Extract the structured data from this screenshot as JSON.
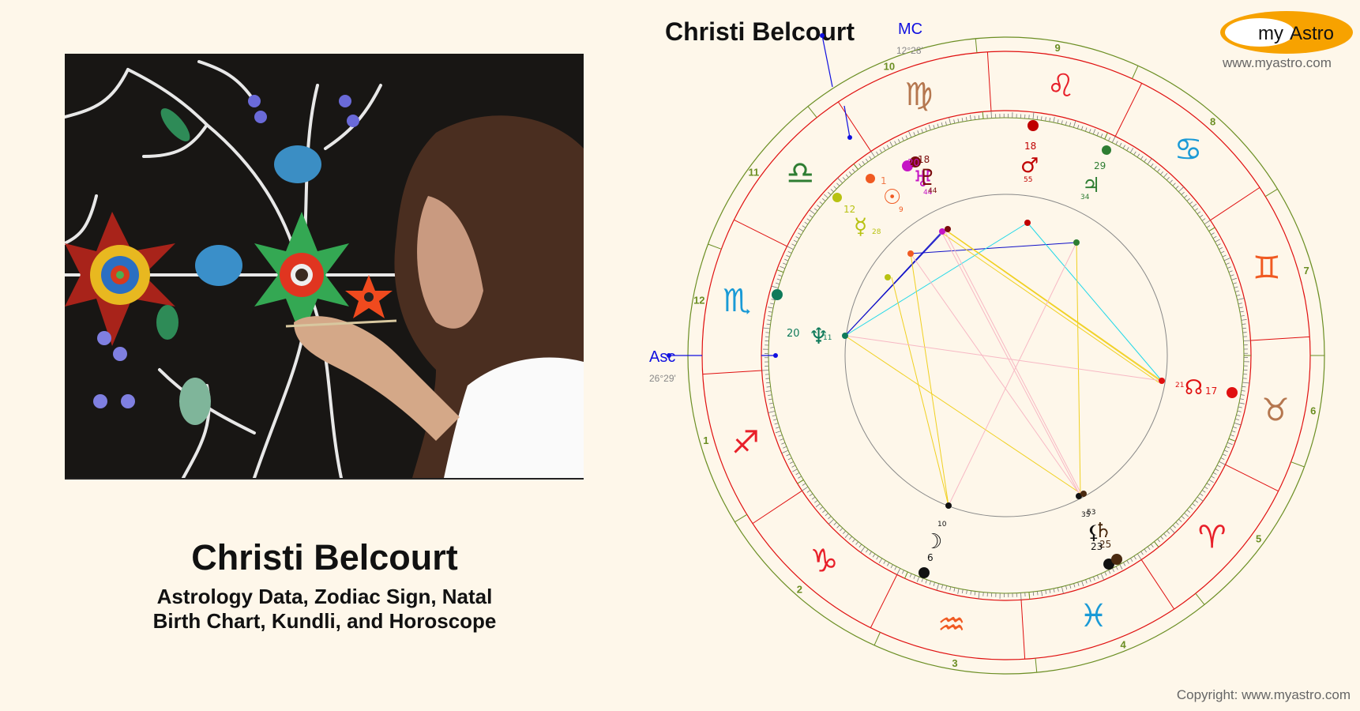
{
  "left_panel": {
    "photo_alt": "Christi Belcourt painting a floral mural",
    "name": "Christi Belcourt",
    "subtitle_line1": "Astrology Data, Zodiac Sign, Natal",
    "subtitle_line2": "Birth Chart, Kundli, and Horoscope"
  },
  "chart": {
    "title": "Christi Belcourt",
    "mc_label": "MC",
    "mc_degree": "12°28'",
    "asc_label": "Asc",
    "asc_degree": "26°29'",
    "house_numbers": [
      "1",
      "2",
      "3",
      "4",
      "5",
      "6",
      "7",
      "8",
      "9",
      "10",
      "11",
      "12"
    ],
    "signs": [
      {
        "name": "Aries",
        "glyph": "♈",
        "color": "#e8202a"
      },
      {
        "name": "Taurus",
        "glyph": "♉",
        "color": "#b5774f"
      },
      {
        "name": "Gemini",
        "glyph": "♊",
        "color": "#f05a22"
      },
      {
        "name": "Cancer",
        "glyph": "♋",
        "color": "#1a9ad6"
      },
      {
        "name": "Leo",
        "glyph": "♌",
        "color": "#e8202a"
      },
      {
        "name": "Virgo",
        "glyph": "♍",
        "color": "#b5774f"
      },
      {
        "name": "Libra",
        "glyph": "♎",
        "color": "#2e7d32"
      },
      {
        "name": "Scorpio",
        "glyph": "♏",
        "color": "#1a9ad6"
      },
      {
        "name": "Sagittarius",
        "glyph": "♐",
        "color": "#e8202a"
      },
      {
        "name": "Capricorn",
        "glyph": "♑",
        "color": "#e8202a"
      },
      {
        "name": "Aquarius",
        "glyph": "♒",
        "color": "#f05a22"
      },
      {
        "name": "Pisces",
        "glyph": "♓",
        "color": "#1a9ad6"
      }
    ],
    "planets": [
      {
        "name": "Sun",
        "glyph": "☉",
        "deg": "1",
        "min": "9",
        "color": "#f05a22"
      },
      {
        "name": "Mercury",
        "glyph": "☿",
        "deg": "12",
        "min": "28",
        "color": "#b8c212"
      },
      {
        "name": "Uranus",
        "glyph": "♅",
        "deg": "20",
        "min": "44",
        "color": "#c515c5"
      },
      {
        "name": "Pluto",
        "glyph": "♇",
        "deg": "18",
        "min": "44",
        "color": "#7a0d0d"
      },
      {
        "name": "Mars",
        "glyph": "♂",
        "deg": "18",
        "min": "55",
        "color": "#c00000"
      },
      {
        "name": "Jupiter",
        "glyph": "♃",
        "deg": "29",
        "min": "34",
        "color": "#2e7d32"
      },
      {
        "name": "Neptune",
        "glyph": "♆",
        "deg": "20",
        "min": "11",
        "color": "#0e7a5a"
      },
      {
        "name": "North Node",
        "glyph": "☊",
        "deg": "17",
        "min": "21",
        "color": "#e8202a"
      },
      {
        "name": "Moon",
        "glyph": "☽",
        "deg": "6",
        "min": "10",
        "color": "#111111"
      },
      {
        "name": "Saturn",
        "glyph": "♄",
        "deg": "25",
        "min": "53",
        "color": "#4a2a10"
      },
      {
        "name": "Lilith",
        "glyph": "⚸",
        "deg": "23",
        "min": "35",
        "color": "#111111"
      }
    ]
  },
  "logo": {
    "text_my": "my",
    "text_astro": "Astro",
    "url": "www.myastro.com",
    "color": "#f7a200"
  },
  "footer": {
    "copyright": "Copyright: www.myastro.com"
  }
}
